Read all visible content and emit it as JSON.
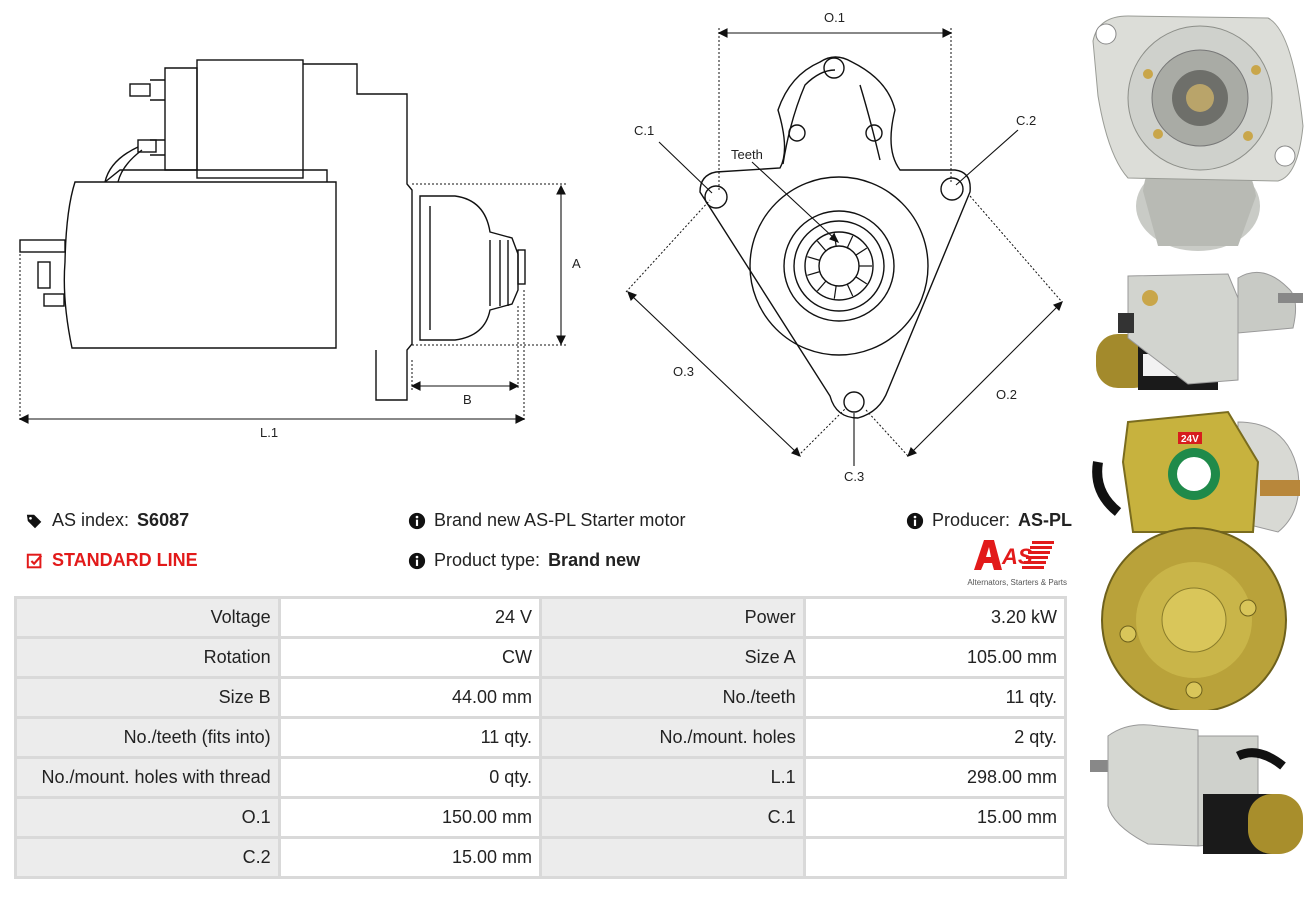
{
  "diagram": {
    "side_labels": {
      "a": "A",
      "b": "B",
      "l1": "L.1"
    },
    "front_labels": {
      "o1": "O.1",
      "o2": "O.2",
      "o3": "O.3",
      "c1": "C.1",
      "c2": "C.2",
      "c3": "C.3",
      "teeth": "Teeth"
    }
  },
  "info": {
    "as_index_label": "AS index:",
    "as_index_value": "S6087",
    "standard_line": "STANDARD LINE",
    "description": "Brand new AS-PL Starter motor",
    "product_type_label": "Product type:",
    "product_type_value": "Brand new",
    "producer_label": "Producer:",
    "producer_value": "AS-PL",
    "logo_text": "AS",
    "logo_tagline": "Alternators, Starters & Parts"
  },
  "specs": [
    [
      "Voltage",
      "24 V",
      "Power",
      "3.20 kW"
    ],
    [
      "Rotation",
      "CW",
      "Size A",
      "105.00 mm"
    ],
    [
      "Size B",
      "44.00 mm",
      "No./teeth",
      "11 qty."
    ],
    [
      "No./teeth (fits into)",
      "11 qty.",
      "No./mount. holes",
      "2 qty."
    ],
    [
      "No./mount. holes with thread",
      "0 qty.",
      "L.1",
      "298.00 mm"
    ],
    [
      "O.1",
      "150.00 mm",
      "C.1",
      "15.00 mm"
    ],
    [
      "C.2",
      "15.00 mm",
      "",
      ""
    ]
  ],
  "photos": {
    "badge_voltage": "24V"
  },
  "colors": {
    "accent_red": "#e21a1a",
    "table_border": "#d9d9d9",
    "label_bg": "#ececec"
  }
}
